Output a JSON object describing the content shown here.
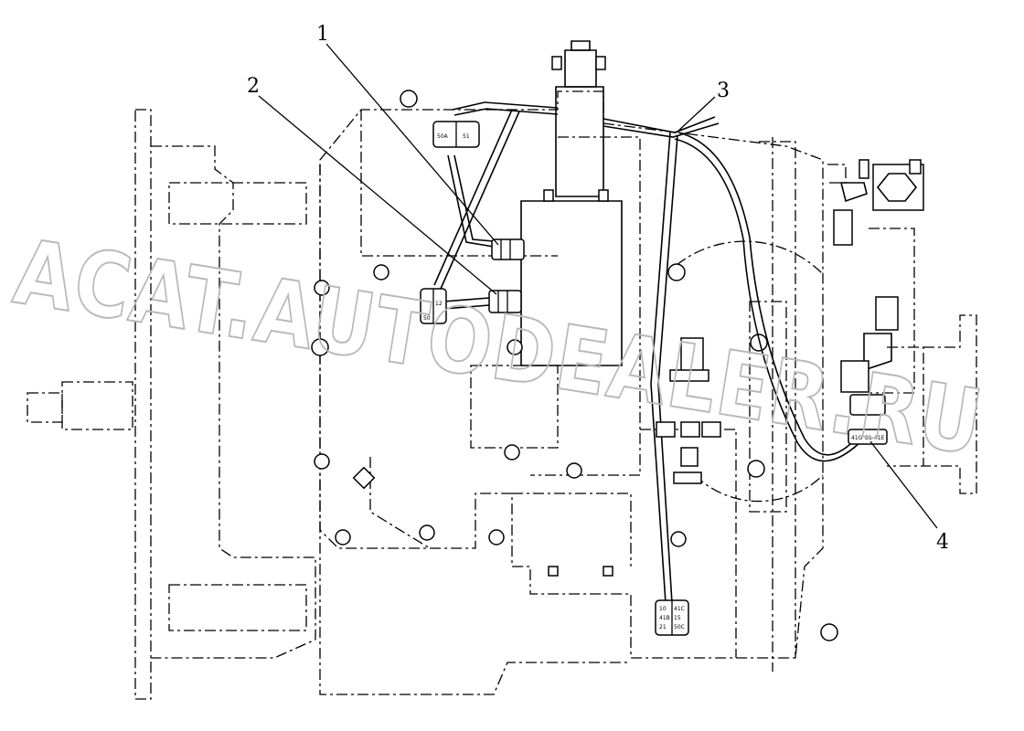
{
  "watermark": {
    "text": "ACAT.AUTODEALER.RU",
    "color": "#b9b9b9"
  },
  "callouts": [
    {
      "id": "1",
      "label": "1"
    },
    {
      "id": "2",
      "label": "2"
    },
    {
      "id": "3",
      "label": "3"
    },
    {
      "id": "4",
      "label": "4"
    }
  ],
  "connector_tags": {
    "upper_left_a": "50A",
    "upper_left_b": "51",
    "side_a": "12",
    "side_b": "50",
    "bottom_1": "10",
    "bottom_2": "41C",
    "bottom_3": "41B",
    "bottom_4": "15",
    "bottom_5": "21",
    "bottom_6": "50C",
    "right_1": "41G",
    "right_2": "81",
    "right_3": "41E"
  }
}
